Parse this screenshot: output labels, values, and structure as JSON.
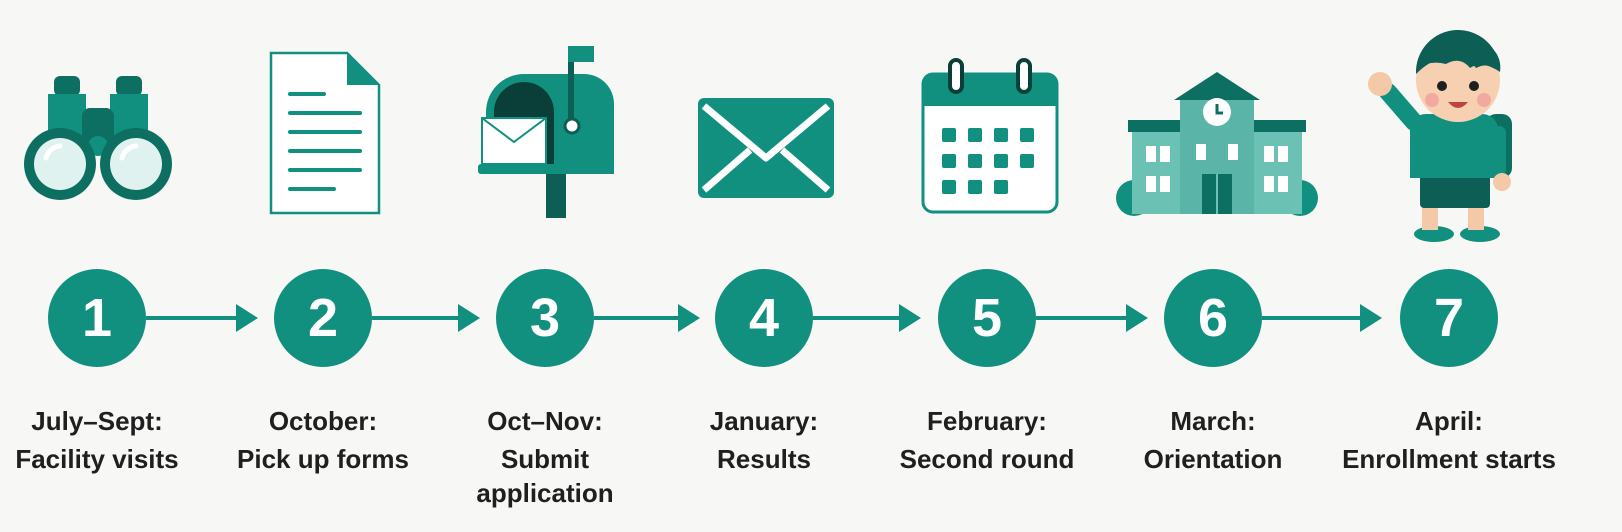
{
  "colors": {
    "teal": "#12907f",
    "teal_dark": "#0d6f62",
    "ink": "#1f1f1f",
    "background": "#f7f7f5"
  },
  "steps": [
    {
      "number": "1",
      "period": "July–Sept:",
      "title": "Facility visits",
      "icon": "binoculars-icon"
    },
    {
      "number": "2",
      "period": "October:",
      "title": "Pick up forms",
      "icon": "document-icon"
    },
    {
      "number": "3",
      "period": "Oct–Nov:",
      "title": "Submit application",
      "title_lines": [
        "Submit",
        "application"
      ],
      "icon": "mailbox-icon"
    },
    {
      "number": "4",
      "period": "January:",
      "title": "Results",
      "icon": "envelope-icon"
    },
    {
      "number": "5",
      "period": "February:",
      "title": "Second round",
      "icon": "calendar-icon"
    },
    {
      "number": "6",
      "period": "March:",
      "title": "Orientation",
      "icon": "school-building-icon"
    },
    {
      "number": "7",
      "period": "April:",
      "title": "Enrollment starts",
      "icon": "waving-child-icon"
    }
  ]
}
